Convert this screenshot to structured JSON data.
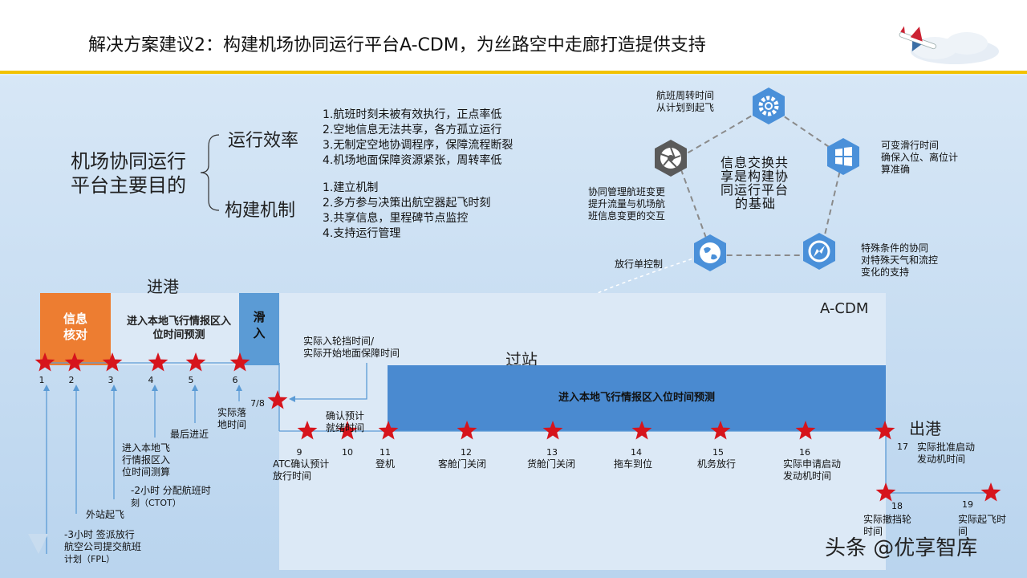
{
  "header": {
    "title": "解决方案建议2：构建机场协同运行平台A-CDM，为丝路空中走廊打造提供支持"
  },
  "goal": {
    "main_line1": "机场协同运行",
    "main_line2": "平台主要目的",
    "cat_efficiency": "运行效率",
    "cat_mechanism": "构建机制",
    "efficiency_items": [
      "1.航班时刻未被有效执行，正点率低",
      "2.空地信息无法共享，各方孤立运行",
      "3.无制定空地协调程序，保障流程断裂",
      "4.机场地面保障资源紧张，周转率低"
    ],
    "mechanism_items": [
      "1.建立机制",
      "2.多方参与决策出航空器起飞时刻",
      "3.共享信息，里程碑节点监控",
      "4.支持运行管理"
    ]
  },
  "pentagon": {
    "center_line1": "信息交换共",
    "center_line2": "享是构建协",
    "center_line3": "同运行平台",
    "center_line4": "的基础",
    "node_top_1": "航班周转时间",
    "node_top_2": "从计划到起飞",
    "node_right_1": "可变滑行时间",
    "node_right_2": "确保入位、离位计",
    "node_right_3": "算准确",
    "node_left_1": "协同管理航班变更",
    "node_left_2": "提升流量与机场航",
    "node_left_3": "班信息变更的交互",
    "node_br_1": "特殊条件的协同",
    "node_br_2": "对特殊天气和流控",
    "node_br_3": "变化的支持",
    "node_bl_1": "放行单控制"
  },
  "timeline": {
    "arrival": "进港",
    "transit": "过站",
    "departure": "出港",
    "acdm": "A-CDM",
    "info_box_1": "信息",
    "info_box_2": "核对",
    "predict_1": "进入本地飞行情报区入",
    "predict_2": "位时间预测",
    "taxi_1": "滑",
    "taxi_2": "入",
    "transit_box": "进入本地飞行情报区入位时间预测",
    "actual_onblock_1": "实际入轮挡时间/",
    "actual_onblock_2": "实际开始地面保障时间",
    "nums": [
      "1",
      "2",
      "3",
      "4",
      "5",
      "6",
      "7/8",
      "9",
      "10",
      "11",
      "12",
      "13",
      "14",
      "15",
      "16",
      "17",
      "18",
      "19"
    ],
    "label_1_1": "-3小时 签派放行",
    "label_1_2": "航空公司提交航班",
    "label_1_3": "计划（FPL）",
    "label_2": "外站起飞",
    "label_3_1": "-2小时 分配航班时",
    "label_3_2": "刻（CTOT）",
    "label_4_1": "进入本地飞",
    "label_4_2": "行情报区入",
    "label_4_3": "位时间测算",
    "label_5": "最后进近",
    "label_6_1": "实际落",
    "label_6_2": "地时间",
    "label_9_1": "ATC确认预计",
    "label_9_2": "放行时间",
    "label_10_1": "确认预计",
    "label_10_2": "就绪时间",
    "label_11": "登机",
    "label_12": "客舱门关闭",
    "label_13": "货舱门关闭",
    "label_14": "拖车到位",
    "label_15": "机务放行",
    "label_16_1": "实际申请启动",
    "label_16_2": "发动机时间",
    "label_17_1": "实际批准启动",
    "label_17_2": "发动机时间",
    "label_18_1": "实际撤挡轮",
    "label_18_2": "时间",
    "label_19_1": "实际起飞时",
    "label_19_2": "间"
  },
  "watermark": "头条 @优享智库",
  "colors": {
    "accent_yellow": "#f2c200",
    "orange": "#ed7d31",
    "blue": "#5b9bd5",
    "star_red": "#d6141c",
    "icon_blue": "#4a90d9"
  },
  "icons": [
    "gear-icon",
    "windows-icon",
    "compass-icon",
    "globe-icon",
    "aperture-icon",
    "star-icon",
    "airplane-icon"
  ]
}
